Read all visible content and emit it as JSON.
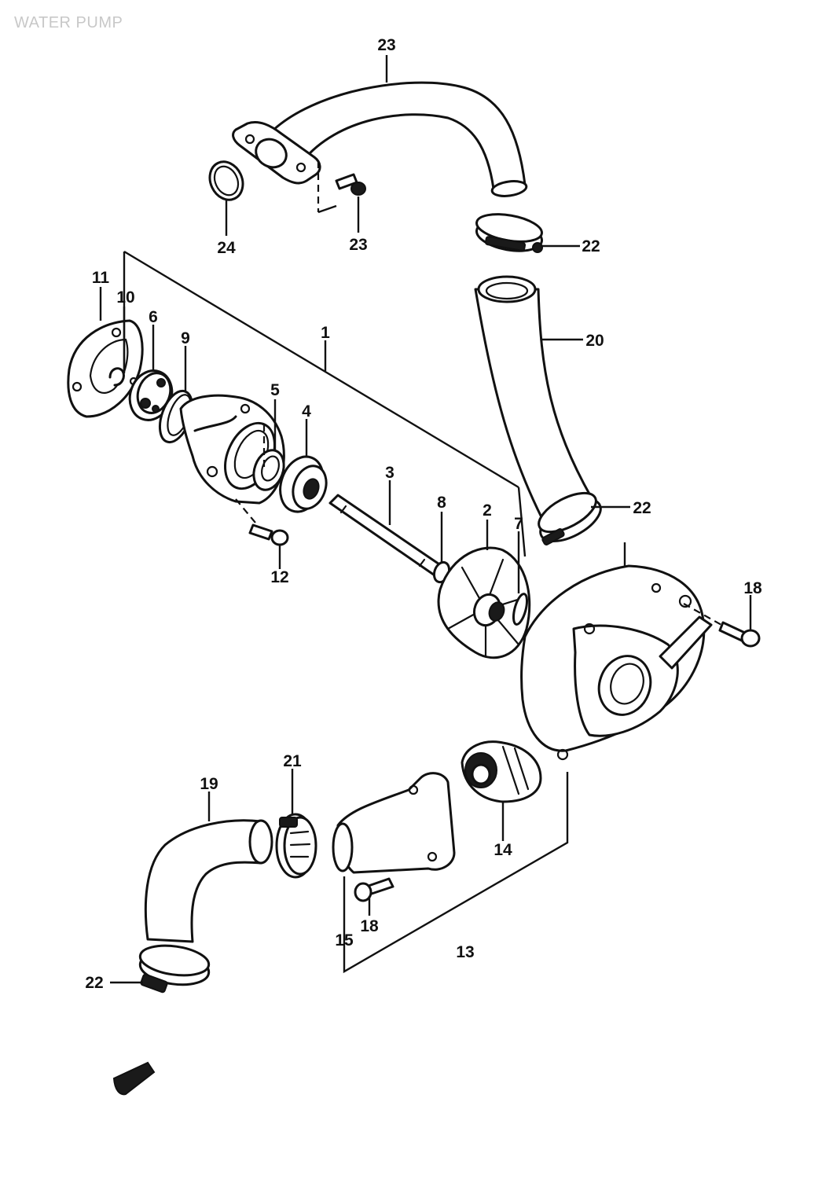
{
  "title": "WATER PUMP",
  "callouts": {
    "c1": "1",
    "c2": "2",
    "c3": "3",
    "c4": "4",
    "c5": "5",
    "c6": "6",
    "c7": "7",
    "c8": "8",
    "c9": "9",
    "c10": "10",
    "c11": "11",
    "c12": "12",
    "c13": "13",
    "c14": "14",
    "c15": "15",
    "c18a": "18",
    "c18b": "18",
    "c19": "19",
    "c20": "20",
    "c21": "21",
    "c22a": "22",
    "c22b": "22",
    "c22c": "22",
    "c23a": "23",
    "c23b": "23",
    "c24": "24"
  },
  "colors": {
    "line": "#111111",
    "background": "#ffffff",
    "title": "#c8c8c8"
  },
  "icons": {
    "direction_marker": "arrow-marker-icon"
  }
}
